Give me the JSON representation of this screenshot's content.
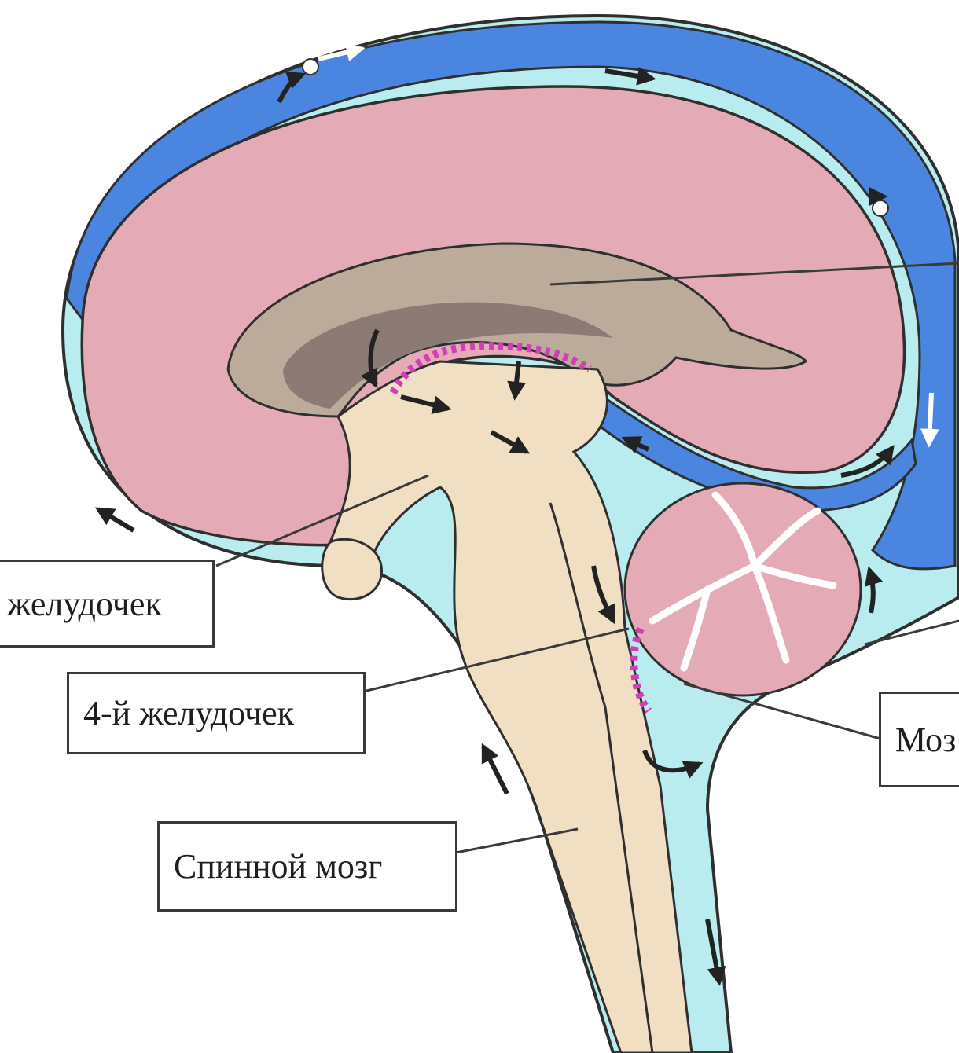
{
  "labels": {
    "third_ventricle": "желудочек",
    "fourth_ventricle": "4-й желудочек",
    "spinal_cord": "Спинной мозг",
    "cerebellum": "Моз"
  },
  "colors": {
    "cortex": "#e4aab6",
    "csf_space": "#b8ecef",
    "venous_sinus": "#4a86e0",
    "ventricle": "#bcab9a",
    "ventricle_dark": "#8c7b74",
    "brainstem": "#f1dfc3",
    "choroid_plexus": "#d13fb8",
    "outline": "#2f2f2f"
  }
}
